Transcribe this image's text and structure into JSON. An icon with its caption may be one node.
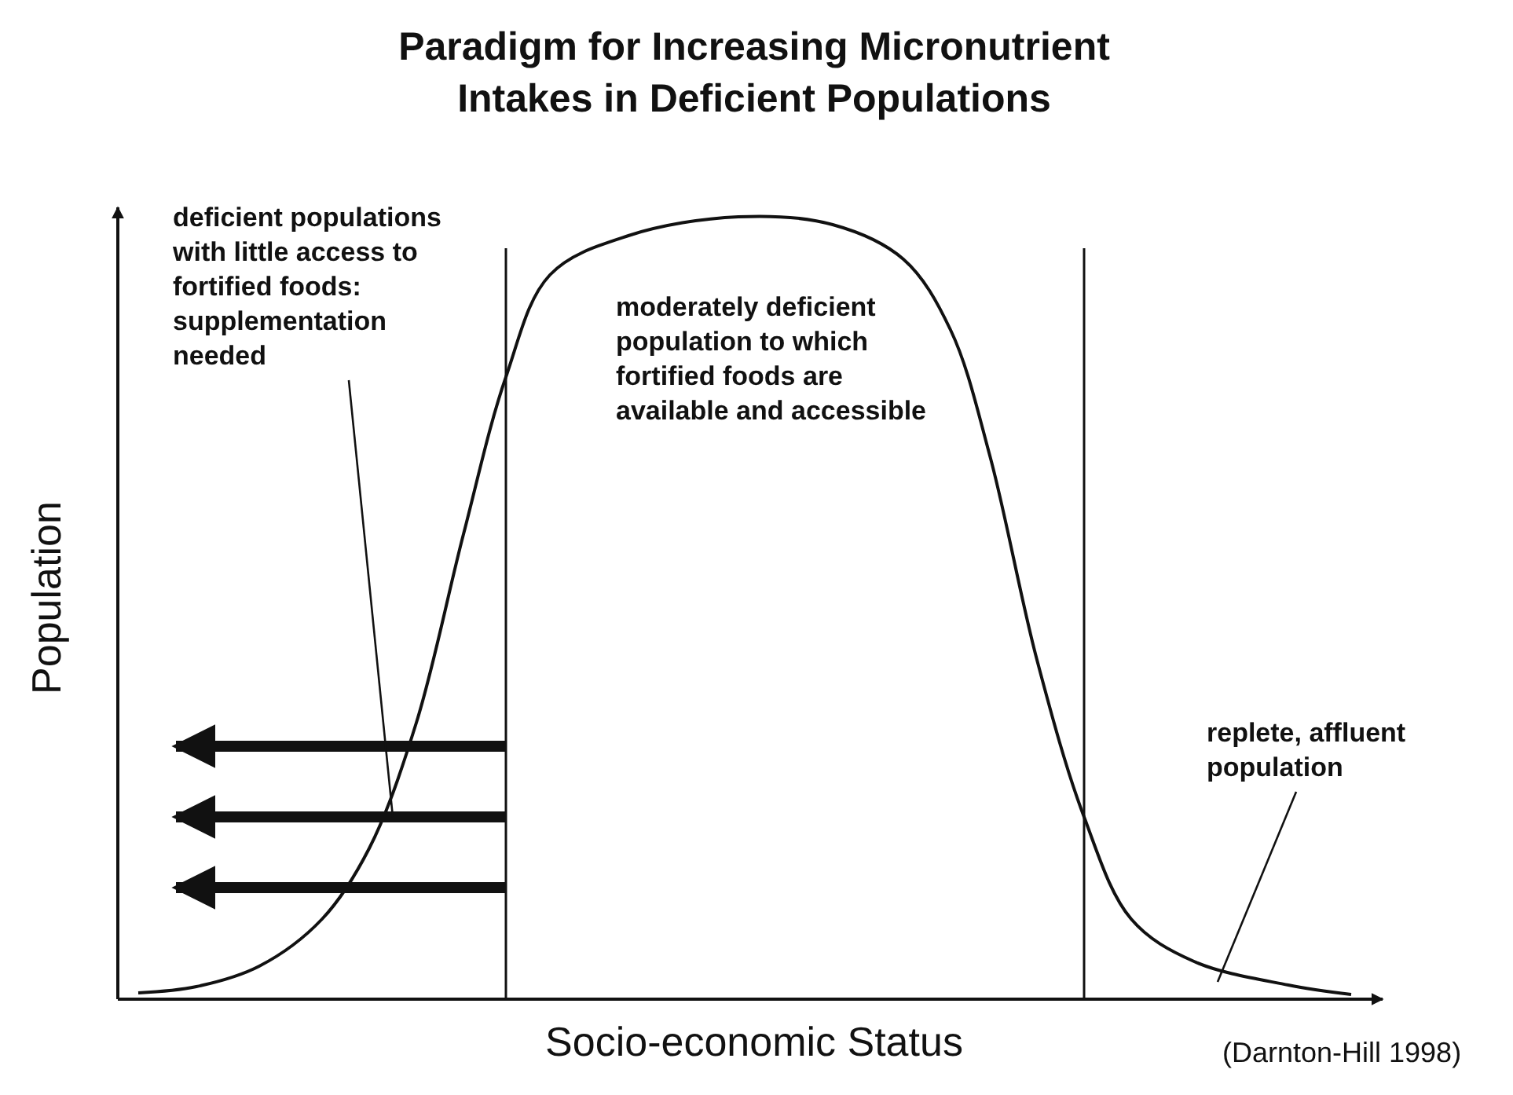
{
  "diagram": {
    "title": "Paradigm for Increasing Micronutrient Intakes in Deficient Populations",
    "nodes": [
      {
        "text": [
          "deficient populations with little access to fortified foods: supplementation needed"
        ]
      },
      {
        "text": [
          "replete, affluent population"
        ]
      }
    ],
    "edges": [
      {
        "from": 0,
        "to": null,
        "arrow": "none"
      },
      {
        "from": 1,
        "to": null,
        "arrow": "none"
      }
    ],
    "labels": [
      "moderately deficient population to which fortified foods are available and accessible",
      "Population",
      "Socio-economic Status",
      "(Darnton-Hill 1998)"
    ]
  }
}
